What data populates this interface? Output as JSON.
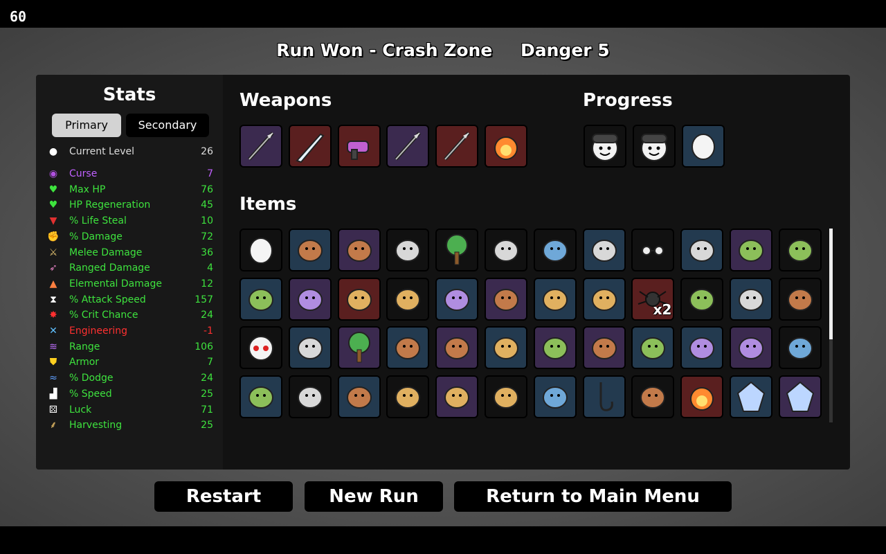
{
  "fps": "60",
  "header": {
    "run_status": "Run Won - Crash Zone",
    "danger": "Danger 5"
  },
  "stats": {
    "title": "Stats",
    "tabs": {
      "primary": "Primary",
      "secondary": "Secondary"
    },
    "current_level": {
      "label": "Current Level",
      "value": "26",
      "color": "#dddddd",
      "icon": "level-up-icon"
    },
    "rows": [
      {
        "label": "Curse",
        "value": "7",
        "color": "#c060ff",
        "icon": "curse-eye-icon"
      },
      {
        "label": "Max HP",
        "value": "76",
        "color": "#3ee33e",
        "icon": "heart-icon"
      },
      {
        "label": "HP Regeneration",
        "value": "45",
        "color": "#3ee33e",
        "icon": "heart-plus-icon"
      },
      {
        "label": "% Life Steal",
        "value": "10",
        "color": "#3ee33e",
        "icon": "fangs-icon"
      },
      {
        "label": "% Damage",
        "value": "72",
        "color": "#3ee33e",
        "icon": "muscle-icon"
      },
      {
        "label": "Melee Damage",
        "value": "36",
        "color": "#3ee33e",
        "icon": "sword-icon"
      },
      {
        "label": "Ranged Damage",
        "value": "4",
        "color": "#3ee33e",
        "icon": "bow-icon"
      },
      {
        "label": "Elemental Damage",
        "value": "12",
        "color": "#3ee33e",
        "icon": "flame-icon"
      },
      {
        "label": "% Attack Speed",
        "value": "157",
        "color": "#3ee33e",
        "icon": "hourglass-icon"
      },
      {
        "label": "% Crit Chance",
        "value": "24",
        "color": "#3ee33e",
        "icon": "crit-burst-icon"
      },
      {
        "label": "Engineering",
        "value": "-1",
        "color": "#ff3030",
        "icon": "wrench-icon"
      },
      {
        "label": "Range",
        "value": "106",
        "color": "#3ee33e",
        "icon": "range-waves-icon"
      },
      {
        "label": "Armor",
        "value": "7",
        "color": "#3ee33e",
        "icon": "shield-icon"
      },
      {
        "label": "% Dodge",
        "value": "24",
        "color": "#3ee33e",
        "icon": "dodge-wind-icon"
      },
      {
        "label": "% Speed",
        "value": "25",
        "color": "#3ee33e",
        "icon": "boot-icon"
      },
      {
        "label": "Luck",
        "value": "71",
        "color": "#3ee33e",
        "icon": "dice-icon"
      },
      {
        "label": "Harvesting",
        "value": "25",
        "color": "#3ee33e",
        "icon": "wheat-icon"
      }
    ]
  },
  "weapons": {
    "title": "Weapons",
    "slots": [
      {
        "icon": "spear-icon",
        "bg": "#3b2a4f"
      },
      {
        "icon": "ice-sword-icon",
        "bg": "#5a1f1f"
      },
      {
        "icon": "laser-gun-icon",
        "bg": "#5a1f1f"
      },
      {
        "icon": "golden-halberd-icon",
        "bg": "#3b2a4f"
      },
      {
        "icon": "pike-icon",
        "bg": "#5a1f1f"
      },
      {
        "icon": "fireball-icon",
        "bg": "#5a1f1f"
      }
    ]
  },
  "progress": {
    "title": "Progress",
    "slots": [
      {
        "icon": "beanie-character-icon",
        "bg": "#111111"
      },
      {
        "icon": "fedora-character-icon",
        "bg": "#111111"
      },
      {
        "icon": "pearl-icon",
        "bg": "#233a4f"
      }
    ]
  },
  "items": {
    "title": "Items",
    "slots": [
      {
        "icon": "egg-face-icon",
        "bg": "#111111"
      },
      {
        "icon": "crab-claws-icon",
        "bg": "#233a4f"
      },
      {
        "icon": "shark-fin-icon",
        "bg": "#3b2a4f"
      },
      {
        "icon": "lizard-icon",
        "bg": "#111111"
      },
      {
        "icon": "tree-icon",
        "bg": "#111111"
      },
      {
        "icon": "banknote-icon",
        "bg": "#111111"
      },
      {
        "icon": "penguin-icon",
        "bg": "#111111"
      },
      {
        "icon": "drop-larva-icon",
        "bg": "#233a4f"
      },
      {
        "icon": "glasses-icon",
        "bg": "#111111"
      },
      {
        "icon": "drill-arm-icon",
        "bg": "#233a4f"
      },
      {
        "icon": "frog-fly-icon",
        "bg": "#3b2a4f"
      },
      {
        "icon": "rocket-icon",
        "bg": "#111111"
      },
      {
        "icon": "turret-icon",
        "bg": "#233a4f"
      },
      {
        "icon": "broken-bell-icon",
        "bg": "#3b2a4f"
      },
      {
        "icon": "flexed-arm-icon",
        "bg": "#5a1f1f"
      },
      {
        "icon": "alien-slug-icon",
        "bg": "#111111"
      },
      {
        "icon": "dead-fish-icon",
        "bg": "#233a4f"
      },
      {
        "icon": "mushroom-cluster-icon",
        "bg": "#3b2a4f"
      },
      {
        "icon": "toxic-creature-icon",
        "bg": "#233a4f"
      },
      {
        "icon": "potion-icon",
        "bg": "#233a4f"
      },
      {
        "icon": "spider-icon",
        "bg": "#5a1f1f",
        "count": "x2"
      },
      {
        "icon": "red-scratch-icon",
        "bg": "#111111"
      },
      {
        "icon": "tentacle-icon",
        "bg": "#233a4f"
      },
      {
        "icon": "dynamite-icon",
        "bg": "#111111"
      },
      {
        "icon": "mask-face-icon",
        "bg": "#111111"
      },
      {
        "icon": "bandage-glove-icon",
        "bg": "#233a4f"
      },
      {
        "icon": "four-leaf-clover-icon",
        "bg": "#3b2a4f"
      },
      {
        "icon": "stump-bones-icon",
        "bg": "#233a4f"
      },
      {
        "icon": "zombie-head-icon",
        "bg": "#3b2a4f"
      },
      {
        "icon": "blade-shard-icon",
        "bg": "#233a4f"
      },
      {
        "icon": "horned-beetle-icon",
        "bg": "#3b2a4f"
      },
      {
        "icon": "wheat-sheaf-icon",
        "bg": "#3b2a4f"
      },
      {
        "icon": "ring-icon",
        "bg": "#233a4f"
      },
      {
        "icon": "snail-icon",
        "bg": "#233a4f"
      },
      {
        "icon": "pink-brain-icon",
        "bg": "#3b2a4f"
      },
      {
        "icon": "red-tooth-icon",
        "bg": "#111111"
      },
      {
        "icon": "bottle-icon",
        "bg": "#233a4f"
      },
      {
        "icon": "rabbit-icon",
        "bg": "#111111"
      },
      {
        "icon": "cherries-knife-icon",
        "bg": "#233a4f"
      },
      {
        "icon": "bandaged-head-icon",
        "bg": "#111111"
      },
      {
        "icon": "horned-fish-icon",
        "bg": "#3b2a4f"
      },
      {
        "icon": "blue-fish-icon",
        "bg": "#111111"
      },
      {
        "icon": "treasure-map-icon",
        "bg": "#233a4f"
      },
      {
        "icon": "hook-icon",
        "bg": "#233a4f"
      },
      {
        "icon": "bat-icon",
        "bg": "#111111"
      },
      {
        "icon": "torch-icon",
        "bg": "#5a1f1f"
      },
      {
        "icon": "ice-cube-icon",
        "bg": "#233a4f"
      },
      {
        "icon": "crystal-icon",
        "bg": "#3b2a4f"
      }
    ]
  },
  "buttons": {
    "restart": "Restart",
    "new_run": "New Run",
    "main_menu": "Return to Main Menu"
  }
}
